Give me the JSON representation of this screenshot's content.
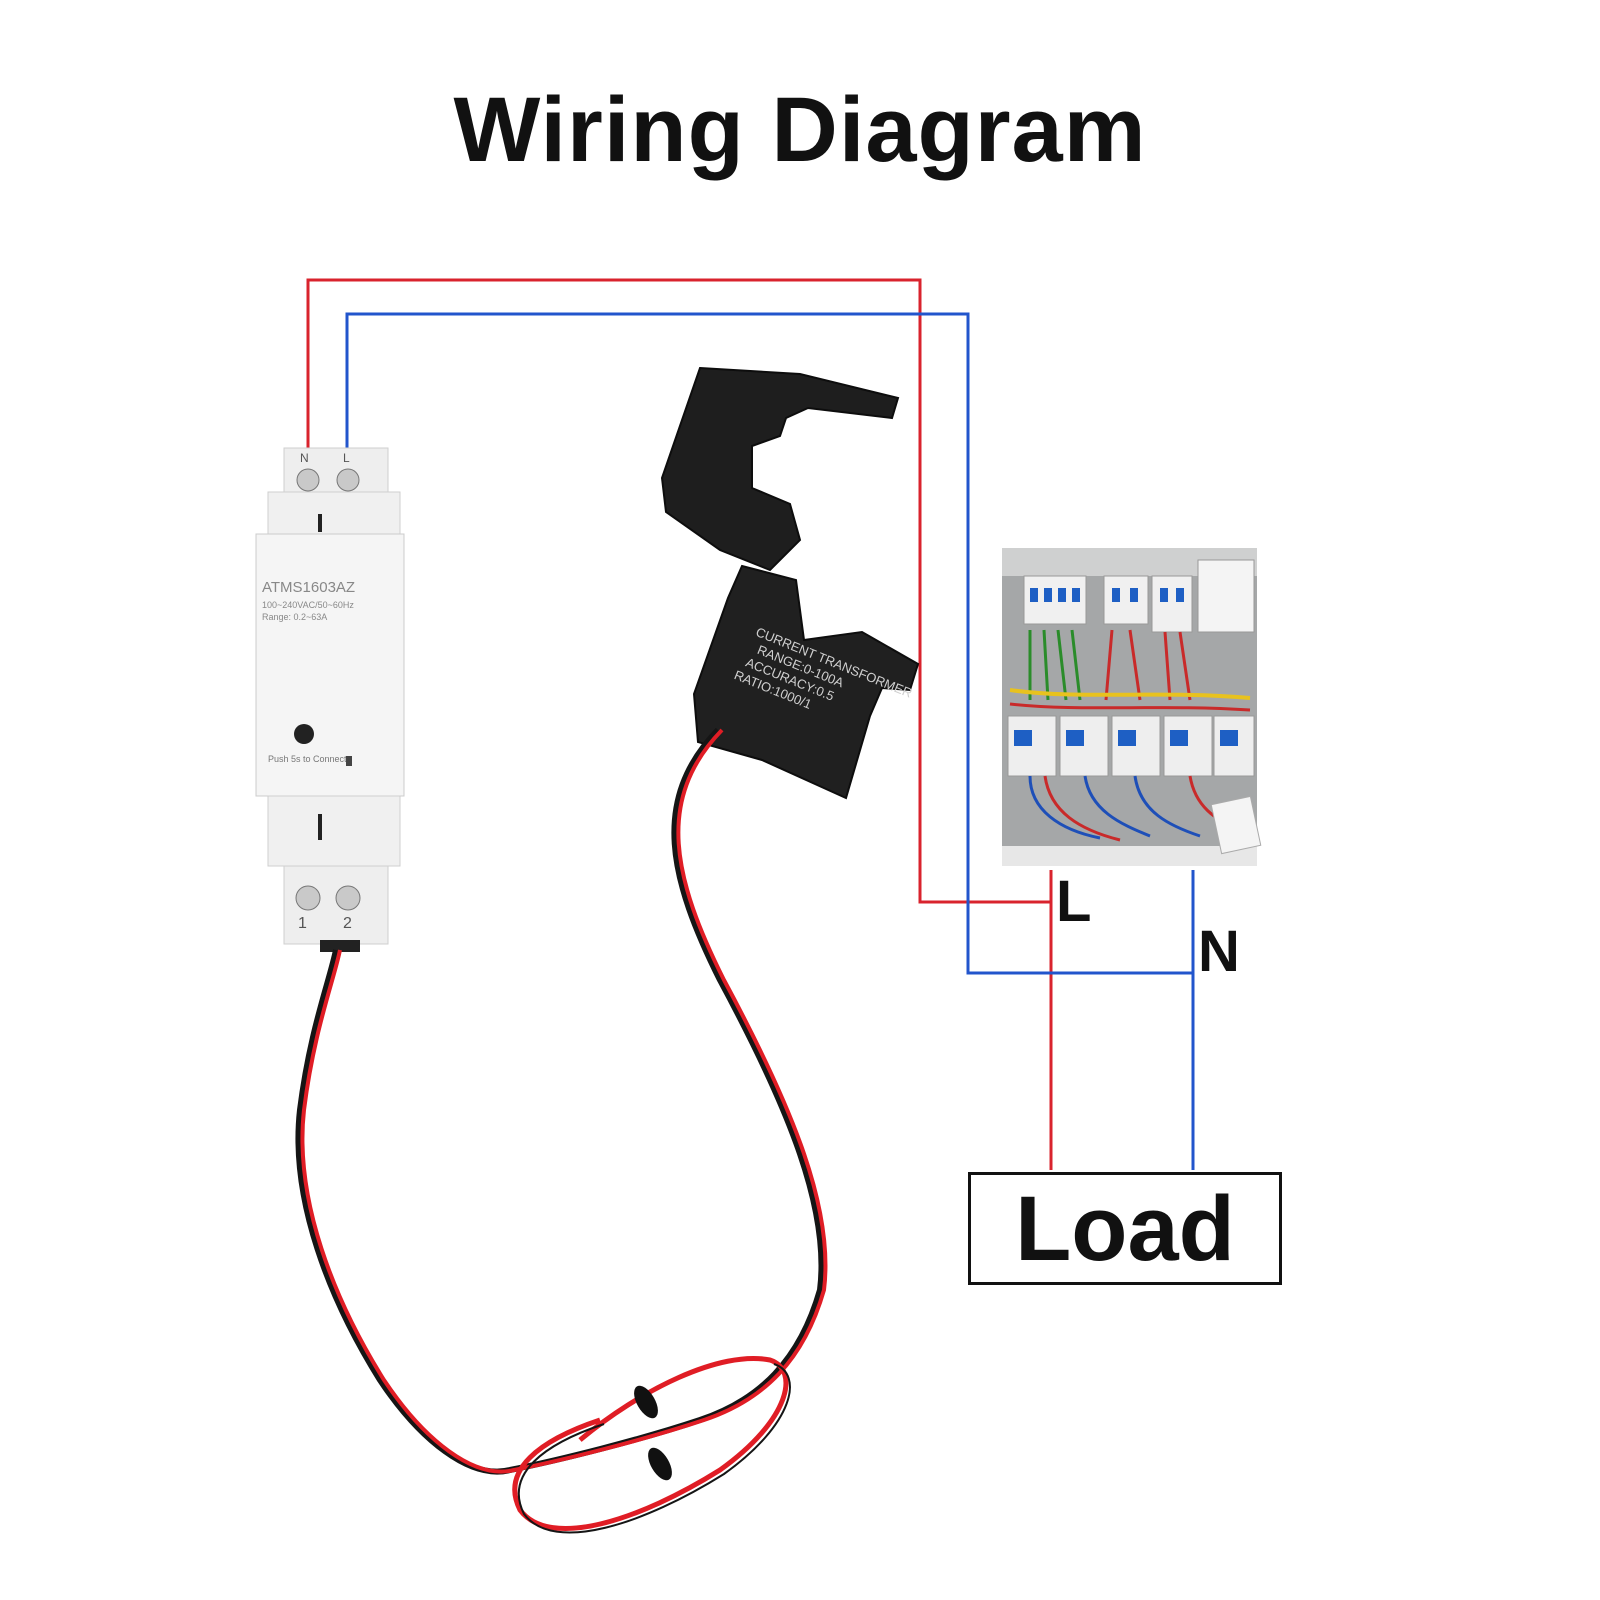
{
  "title": "Wiring Diagram",
  "meter": {
    "model": "ATMS1603AZ",
    "spec": "100~240VAC/50~60Hz",
    "range": "Range: 0.2~63A",
    "button_label": "Push 5s to Connect",
    "top_terminal_labels": [
      "N",
      "L"
    ],
    "bottom_terminal_labels": [
      "1",
      "2"
    ]
  },
  "ct": {
    "lines": [
      "CURRENT TRANSFORMER",
      "RANGE:0-100A",
      "ACCURACY:0.5",
      "RATIO:1000/1"
    ]
  },
  "labels": {
    "line": "L",
    "neutral": "N",
    "load": "Load"
  },
  "colors": {
    "line_wire": "#d9232d",
    "neutral_wire": "#2255cc",
    "cable_red": "#e01d25",
    "cable_black": "#151515"
  }
}
